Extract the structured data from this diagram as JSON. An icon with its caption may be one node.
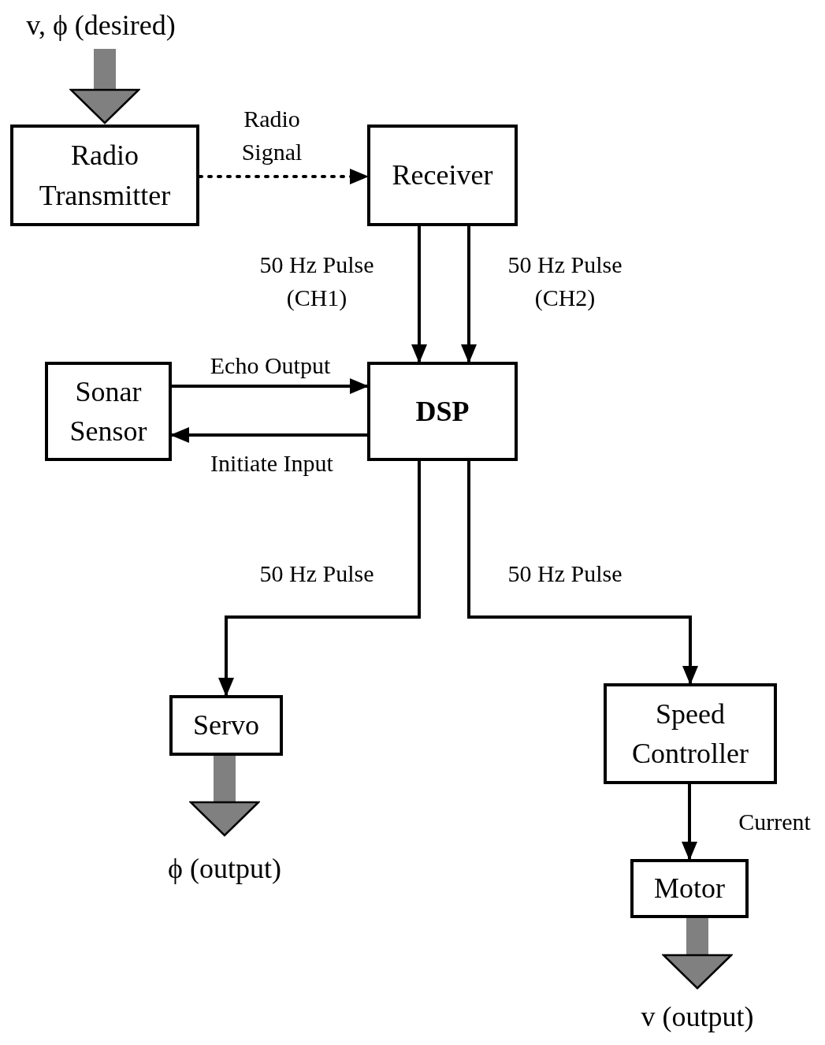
{
  "diagram": {
    "nodes": [
      {
        "text": [
          "v, ϕ (desired)"
        ]
      },
      {
        "text": [
          "Radio Transmitter"
        ]
      },
      {
        "text": [
          "Receiver"
        ]
      },
      {
        "text": [
          "Sonar Sensor"
        ]
      },
      {
        "text": [
          "DSP"
        ]
      },
      {
        "text": [
          "Servo"
        ]
      },
      {
        "text": [
          "Speed Controller"
        ]
      },
      {
        "text": [
          "Motor"
        ]
      },
      {
        "text": [
          "ϕ (output)"
        ]
      },
      {
        "text": [
          "v (output)"
        ]
      }
    ],
    "edges": [
      {
        "from": 0,
        "to": 1,
        "arrow": "to",
        "style": "thick",
        "color": "#808080"
      },
      {
        "from": 1,
        "to": 2,
        "arrow": "to",
        "style": "dashed",
        "label": "Radio Signal"
      },
      {
        "from": 2,
        "to": 4,
        "arrow": "to",
        "label": "50 Hz Pulse (CH1)"
      },
      {
        "from": 2,
        "to": 4,
        "arrow": "to",
        "label": "50 Hz Pulse (CH2)"
      },
      {
        "from": 3,
        "to": 4,
        "arrow": "to",
        "label": "Echo Output"
      },
      {
        "from": 4,
        "to": 3,
        "arrow": "to",
        "label": "Initiate Input"
      },
      {
        "from": 4,
        "to": 5,
        "arrow": "to",
        "label": "50 Hz Pulse"
      },
      {
        "from": 4,
        "to": 6,
        "arrow": "to",
        "label": "50 Hz Pulse"
      },
      {
        "from": 6,
        "to": 7,
        "arrow": "to",
        "label": "Current"
      },
      {
        "from": 5,
        "to": 8,
        "arrow": "to",
        "style": "thick",
        "color": "#808080"
      },
      {
        "from": 7,
        "to": 9,
        "arrow": "to",
        "style": "thick",
        "color": "#808080"
      }
    ]
  }
}
